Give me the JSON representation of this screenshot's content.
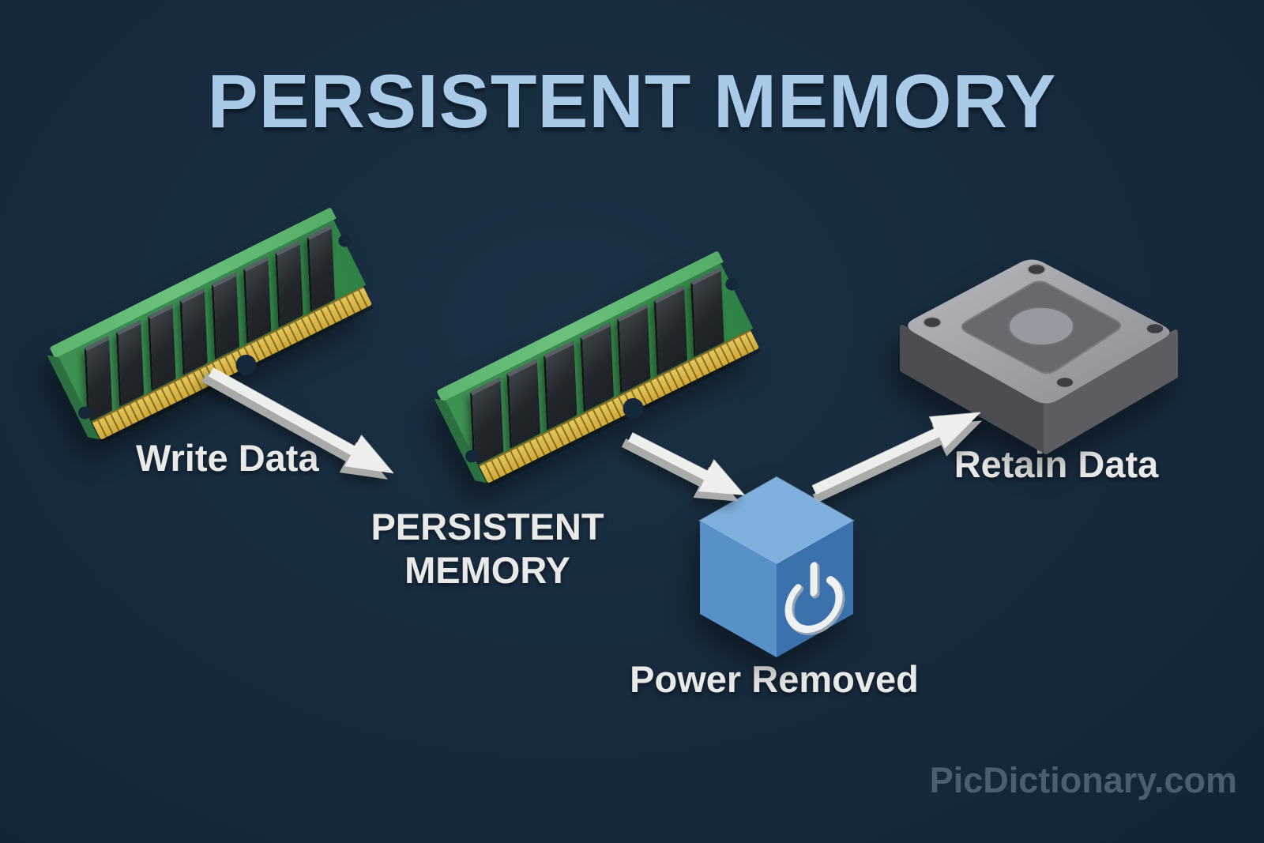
{
  "title": "PERSISTENT MEMORY",
  "labels": {
    "write_data": "Write Data",
    "persistent_memory_line1": "PERSISTENT",
    "persistent_memory_line2": "MEMORY",
    "power_removed": "Power Removed",
    "retain_data": "Retain Data"
  },
  "watermark": "PicDictionary.com",
  "objects": {
    "ram_source": {
      "type": "ram-module",
      "chip_count": 8
    },
    "ram_persistent": {
      "type": "ram-module",
      "chip_count": 7
    },
    "power_cube": {
      "type": "cube-with-power-button"
    },
    "storage_chip": {
      "type": "storage-drive"
    }
  },
  "colors": {
    "background": "#17293C",
    "title": "#A9CBE8",
    "label": "#E9E9E7",
    "watermark": "#4B5D70",
    "ram_green": "#3D9153",
    "ram_green_top": "#6CC27C",
    "ram_gold": "#D7B446",
    "chip_black": "#23272B",
    "cube_top": "#7FB0DD",
    "cube_left": "#5890C8",
    "cube_right": "#3B72AD",
    "power_icon": "#EFF1F3",
    "drive_top": "#A6A8AE",
    "drive_inner": "#67696F",
    "drive_side": "#4B4D53",
    "arrow": "#ECEEEC"
  }
}
